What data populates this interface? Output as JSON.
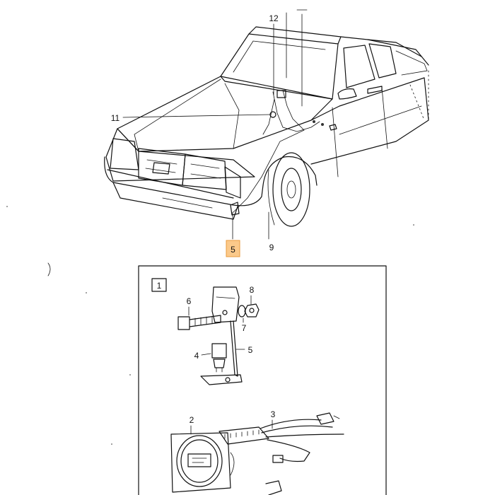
{
  "callouts": {
    "c12": "12",
    "c11": "11",
    "c5_main": "5",
    "c9": "9",
    "c1_box": "1",
    "c8": "8",
    "c6": "6",
    "c7": "7",
    "c4": "4",
    "c5_detail": "5",
    "c3": "3",
    "c2": "2"
  },
  "highlight": {
    "callout": "c5_main",
    "color": "#fbc98a",
    "border": "#e89a3c"
  }
}
